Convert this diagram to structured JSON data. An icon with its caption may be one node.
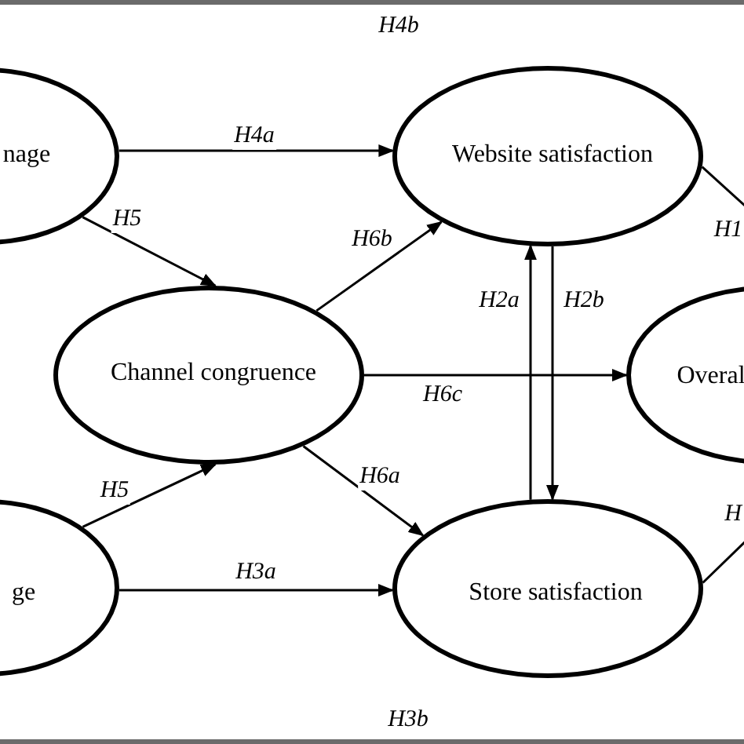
{
  "diagram": {
    "nodes": [
      {
        "text": [
          "nage"
        ]
      },
      {
        "text": [
          "Website satisfaction"
        ]
      },
      {
        "text": [
          "Channel congruence"
        ]
      },
      {
        "text": [
          "Overal"
        ]
      },
      {
        "text": [
          "ge"
        ]
      },
      {
        "text": [
          "Store satisfaction"
        ]
      }
    ],
    "edges": [
      {
        "from": 0,
        "to": 1,
        "arrow": "to",
        "label": "H4a"
      },
      {
        "from": 0,
        "to": 2,
        "arrow": "to",
        "label": "H5"
      },
      {
        "from": 4,
        "to": 2,
        "arrow": "to",
        "label": "H5"
      },
      {
        "from": 2,
        "to": 1,
        "arrow": "to",
        "label": "H6b"
      },
      {
        "from": 2,
        "to": 3,
        "arrow": "to",
        "label": "H6c"
      },
      {
        "from": 2,
        "to": 5,
        "arrow": "to",
        "label": "H6a"
      },
      {
        "from": 4,
        "to": 5,
        "arrow": "to",
        "label": "H3a"
      },
      {
        "from": 5,
        "to": 1,
        "arrow": "to",
        "label": "H2a"
      },
      {
        "from": 1,
        "to": 5,
        "arrow": "to",
        "label": "H2b"
      },
      {
        "from": 1,
        "to": null,
        "arrow": "none",
        "label": "H1"
      },
      {
        "from": 5,
        "to": null,
        "arrow": "none",
        "label": "H"
      }
    ],
    "labels": [
      "H4b",
      "H3b"
    ]
  }
}
